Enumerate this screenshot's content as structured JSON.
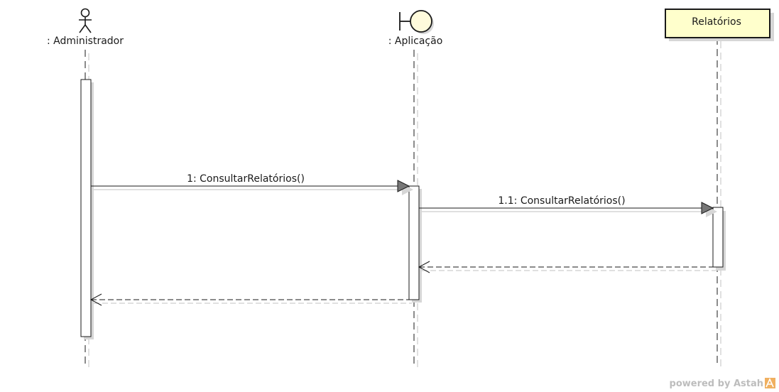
{
  "lifelines": {
    "administrador": {
      "label": ": Administrador",
      "kind": "actor"
    },
    "aplicacao": {
      "label": ": Aplicação",
      "kind": "boundary"
    },
    "relatorios": {
      "label": "Relatórios",
      "kind": "class"
    }
  },
  "messages": {
    "m1": {
      "label": "1: ConsultarRelatórios()",
      "type": "synchronous"
    },
    "m11": {
      "label": "1.1: ConsultarRelatórios()",
      "type": "synchronous"
    },
    "r11": {
      "label": "",
      "type": "return"
    },
    "r1": {
      "label": "",
      "type": "return"
    }
  },
  "watermark": {
    "text": "powered by Astah",
    "icon": "astah-logo-icon"
  },
  "colors": {
    "line": "#1a1a1a",
    "shadow": "#d0d0d0",
    "class_fill": "#ffffcc",
    "boundary_fill": "#fffbdc",
    "arrow_fill": "#777777",
    "logo_orange": "#f0b060"
  }
}
